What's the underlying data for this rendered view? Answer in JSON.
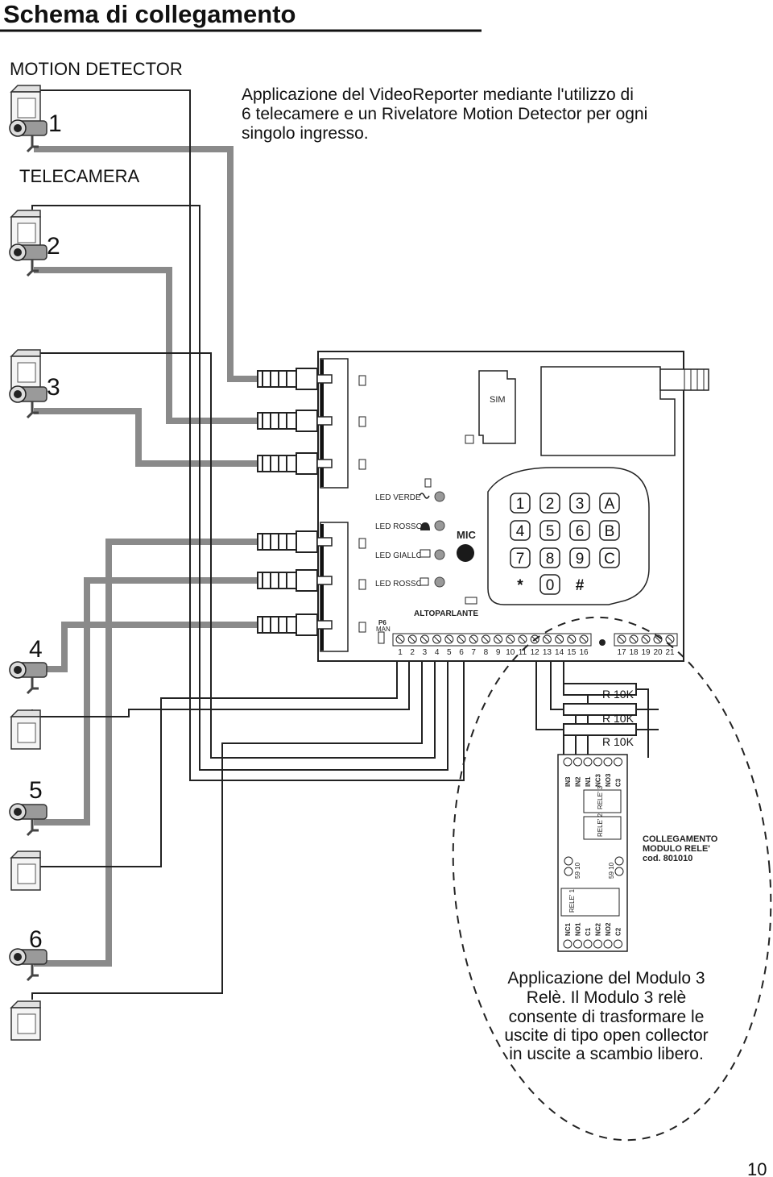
{
  "page": {
    "title": "Schema di collegamento",
    "page_number": "10"
  },
  "labels": {
    "motion_detector": "MOTION DETECTOR",
    "telecamera": "TELECAMERA",
    "intro_lines": [
      "Applicazione del VideoReporter mediante l'utilizzo di",
      "6 telecamere e un Rivelatore Motion Detector per ogni",
      "singolo ingresso."
    ],
    "channel_numbers": [
      "1",
      "2",
      "3",
      "4",
      "5",
      "6"
    ]
  },
  "board": {
    "sim": "SIM",
    "led_verde": "LED VERDE",
    "led_rosso_1": "LED ROSSO",
    "led_giallo": "LED GIALLO",
    "led_rosso_2": "LED ROSSO",
    "mic": "MIC",
    "altoparlante": "ALTOPARLANTE",
    "p6": "P6",
    "man": "MAN",
    "terminals_a": [
      "1",
      "2",
      "3",
      "4",
      "5",
      "6",
      "7",
      "8",
      "9",
      "10",
      "11",
      "12",
      "13",
      "14",
      "15",
      "16"
    ],
    "terminals_b": [
      "17",
      "18",
      "19",
      "20",
      "21"
    ],
    "keypad": [
      "1",
      "2",
      "3",
      "A",
      "4",
      "5",
      "6",
      "B",
      "7",
      "8",
      "9",
      "C",
      "*",
      "0",
      "#"
    ]
  },
  "resistors": [
    "R 10K",
    "R 10K",
    "R 10K"
  ],
  "relay_module": {
    "top_terminals": [
      "IN3",
      "IN2",
      "IN1",
      "NC3",
      "NO3",
      "C3"
    ],
    "bottom_terminals": [
      "NC1",
      "NO1",
      "C1",
      "NC2",
      "NO2",
      "C2"
    ],
    "rele_3": "RELE' 3",
    "rele_2": "RELE' 2",
    "rele_1": "RELE' 1",
    "code_left": "59 10",
    "code_right": "59 10",
    "caption_lines": [
      "COLLEGAMENTO",
      "MODULO RELE'",
      "cod. 801010"
    ]
  },
  "note_lines": [
    "Applicazione del Modulo 3",
    "Relè. Il Modulo 3 relè",
    "consente di trasformare le",
    "uscite di tipo open collector",
    "in uscite a scambio libero."
  ],
  "icons": [
    "motion-detector-icon",
    "camera-icon",
    "bnc-connector-icon",
    "bell-icon",
    "sine-wave-icon",
    "envelope-icon"
  ]
}
